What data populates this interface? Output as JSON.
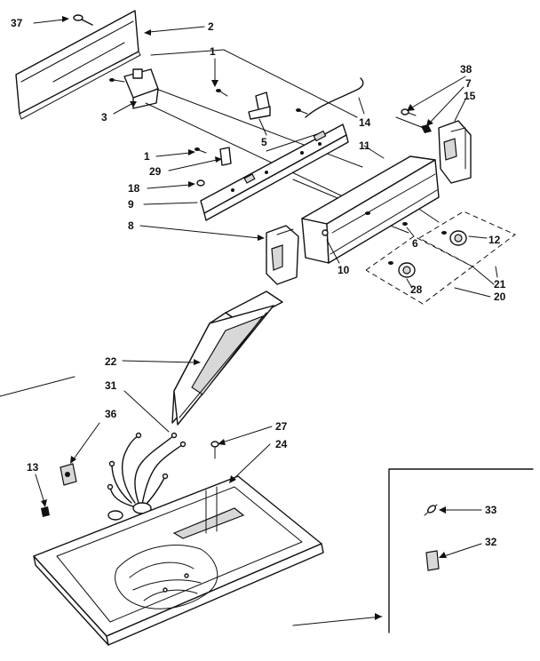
{
  "callouts": {
    "c37": "37",
    "c2": "2",
    "c3": "3",
    "c38": "38",
    "c7": "7",
    "c15": "15",
    "c14": "14",
    "c5": "5",
    "c11": "11",
    "c1": "1",
    "c29": "29",
    "c18": "18",
    "c9": "9",
    "c8": "8",
    "c6": "6",
    "c12": "12",
    "c10": "10",
    "c21": "21",
    "c28": "28",
    "c20": "20",
    "c22": "22",
    "c31": "31",
    "c36": "36",
    "c27": "27",
    "c24": "24",
    "c13": "13",
    "c33": "33",
    "c32": "32"
  },
  "colors": {
    "ink": "#111111",
    "paper": "#ffffff"
  }
}
